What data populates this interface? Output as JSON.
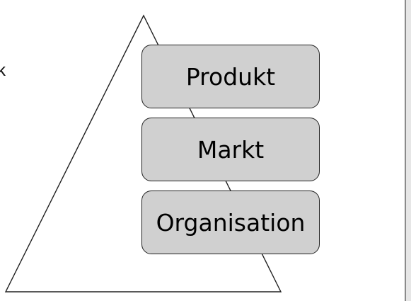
{
  "left_text_fragment": "k",
  "diagram": {
    "shape": "triangle",
    "levels": [
      "Produkt",
      "Markt",
      "Organisation"
    ],
    "box_fill": "#d0d0d0",
    "stroke_color": "#222222"
  }
}
